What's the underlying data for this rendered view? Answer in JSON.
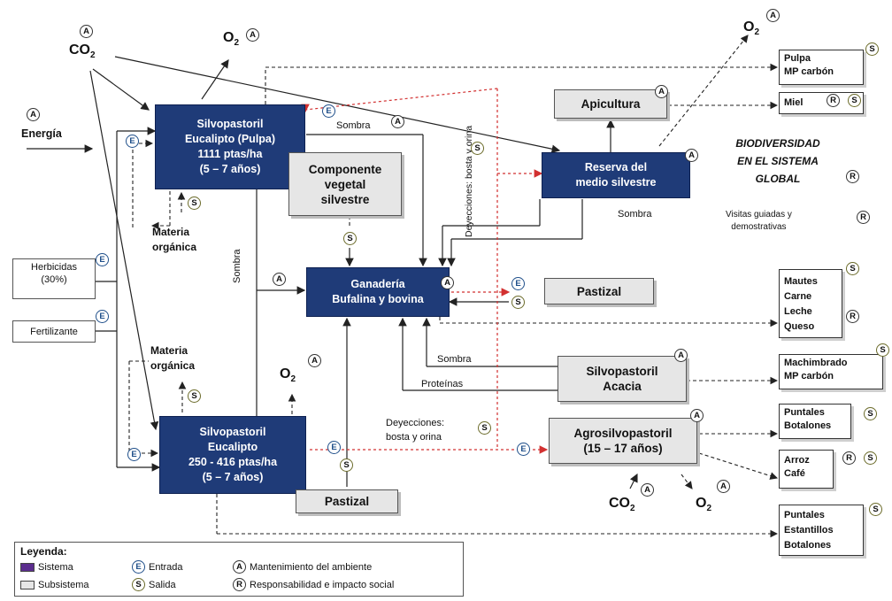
{
  "systems": {
    "silvo_pulpa": [
      "Silvopastoril",
      "Eucalipto (Pulpa)",
      "1111 ptas/ha",
      "(5 – 7 años)"
    ],
    "silvo_eucalipto": [
      "Silvopastoril",
      "Eucalipto",
      "250 - 416 ptas/ha",
      "(5 – 7 años)"
    ],
    "ganaderia": [
      "Ganadería",
      "Bufalina y bovina"
    ],
    "reserva": [
      "Reserva del",
      "medio silvestre"
    ]
  },
  "subsystems": {
    "componente": [
      "Componente",
      "vegetal",
      "silvestre"
    ],
    "apicultura": "Apicultura",
    "pastizal_right": "Pastizal",
    "pastizal_bottom": "Pastizal",
    "acacia": [
      "Silvopastoril",
      "Acacia"
    ],
    "agro": [
      "Agrosilvopastoril",
      "(15 – 17 años)"
    ]
  },
  "inputs": {
    "herbicidas": [
      "Herbicidas",
      "(30%)"
    ],
    "fertilizante": "Fertilizante",
    "energia": "Energía",
    "co2": "CO",
    "o2": "O",
    "sub2": "2"
  },
  "materia": [
    "Materia",
    "orgánica"
  ],
  "outputs": {
    "pulpa": [
      "Pulpa",
      "MP carbón"
    ],
    "miel": "Miel",
    "mautes": [
      "Mautes",
      "Carne",
      "Leche",
      "Queso"
    ],
    "machimbrado": [
      "Machimbrado",
      "MP carbón"
    ],
    "puntales1": [
      "Puntales",
      "Botalones"
    ],
    "arroz": [
      "Arroz",
      "Café"
    ],
    "puntales2": [
      "Puntales",
      "Estantillos",
      "Botalones"
    ]
  },
  "labels": {
    "sombra": "Sombra",
    "proteinas": "Proteínas",
    "deyecciones_v": "Deyecciones: bosta y orina",
    "deyecciones_h": [
      "Deyecciones:",
      "bosta y orina"
    ],
    "biodiversidad": [
      "BIODIVERSIDAD",
      "EN EL SISTEMA",
      "GLOBAL"
    ],
    "visitas": [
      "Visitas guiadas y",
      "demostrativas"
    ]
  },
  "marks": {
    "a": "A",
    "e": "E",
    "s": "S",
    "r": "R"
  },
  "legend": {
    "title": "Leyenda:",
    "sistema": "Sistema",
    "subsistema": "Subsistema",
    "entrada": "Entrada",
    "salida": "Salida",
    "mantenimiento": "Mantenimiento del ambiente",
    "responsabilidad": "Responsabilidad e impacto social"
  },
  "colors": {
    "system": "#1f3b78",
    "subsystem": "#e6e6e6",
    "red_line": "#d23030",
    "legend_sistema": "#5b2d8e"
  }
}
